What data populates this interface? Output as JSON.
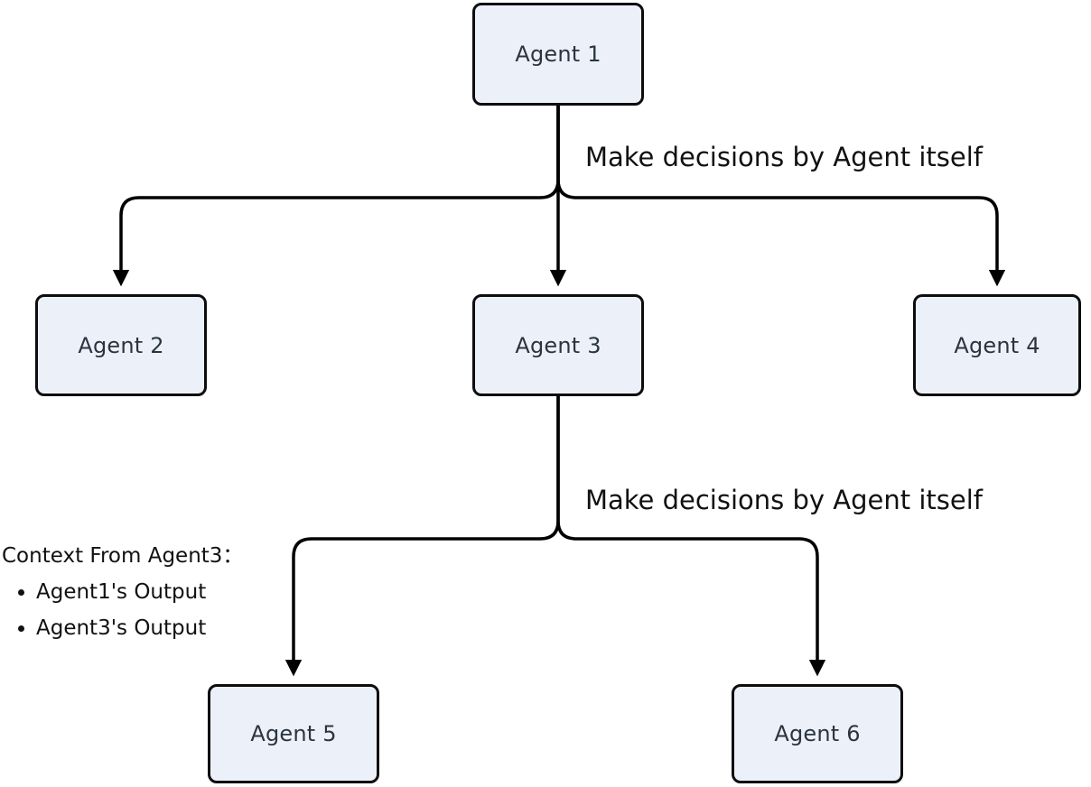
{
  "diagram": {
    "type": "flowchart",
    "direction": "top-down",
    "nodes": [
      {
        "id": "agent1",
        "label": "Agent 1"
      },
      {
        "id": "agent2",
        "label": "Agent 2"
      },
      {
        "id": "agent3",
        "label": "Agent 3"
      },
      {
        "id": "agent4",
        "label": "Agent 4"
      },
      {
        "id": "agent5",
        "label": "Agent 5"
      },
      {
        "id": "agent6",
        "label": "Agent 6"
      }
    ],
    "edges": [
      {
        "from": "agent1",
        "to": "agent2"
      },
      {
        "from": "agent1",
        "to": "agent3"
      },
      {
        "from": "agent1",
        "to": "agent4"
      },
      {
        "from": "agent3",
        "to": "agent5"
      },
      {
        "from": "agent3",
        "to": "agent6"
      }
    ],
    "edge_labels": [
      {
        "text": "Make decisions by Agent itself"
      },
      {
        "text": "Make decisions by Agent itself"
      }
    ],
    "annotation": {
      "title": "Context From Agent3：",
      "bullets": [
        "Agent1's Output",
        "Agent3's Output"
      ]
    },
    "colors": {
      "node_fill": "#ECF1F9",
      "node_border": "#0D0D0D",
      "edge": "#000000",
      "node_text": "#2B3440",
      "label_text": "#111111",
      "background": "#FFFFFF"
    }
  }
}
